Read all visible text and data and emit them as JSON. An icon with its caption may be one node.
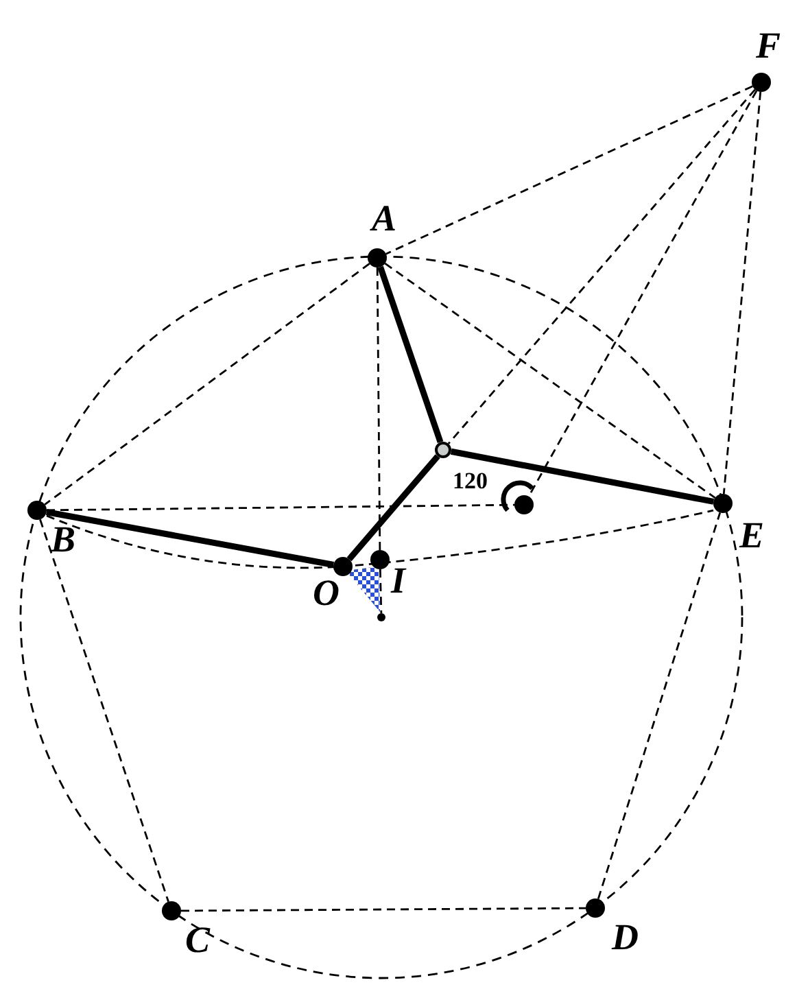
{
  "diagram": {
    "nodes": [
      {
        "text": [
          "F"
        ]
      },
      {
        "text": [
          "A"
        ]
      },
      {
        "text": [],
        "shape": "circle"
      },
      {
        "text": [
          "B"
        ]
      },
      {
        "text": [],
        "shape": "circle"
      },
      {
        "text": [
          "E"
        ]
      },
      {
        "text": [
          "O"
        ]
      },
      {
        "text": [
          "I"
        ]
      },
      {
        "text": [],
        "shape": "circle"
      },
      {
        "text": [
          "C"
        ]
      },
      {
        "text": [
          "D"
        ]
      }
    ],
    "edges": [
      {
        "from": 1,
        "to": 2,
        "arrow": "none",
        "style": "thick"
      },
      {
        "from": 2,
        "to": 5,
        "arrow": "none",
        "style": "thick"
      },
      {
        "from": 2,
        "to": 6,
        "arrow": "none",
        "style": "thick"
      },
      {
        "from": 3,
        "to": 6,
        "arrow": "none",
        "style": "thick"
      },
      {
        "from": 0,
        "to": 1,
        "arrow": "none",
        "style": "dashed"
      },
      {
        "from": 0,
        "to": 2,
        "arrow": "none",
        "style": "dashed"
      },
      {
        "from": 0,
        "to": 4,
        "arrow": "none",
        "style": "dashed"
      },
      {
        "from": 0,
        "to": 5,
        "arrow": "none",
        "style": "dashed"
      },
      {
        "from": 1,
        "to": 3,
        "arrow": "none",
        "style": "dashed"
      },
      {
        "from": 1,
        "to": 5,
        "arrow": "none",
        "style": "dashed"
      },
      {
        "from": 1,
        "to": 7,
        "arrow": "none",
        "style": "dashed"
      },
      {
        "from": 3,
        "to": 4,
        "arrow": "none",
        "style": "dashed"
      },
      {
        "from": 3,
        "to": 9,
        "arrow": "none",
        "style": "dashed"
      },
      {
        "from": 9,
        "to": 10,
        "arrow": "none",
        "style": "dashed"
      },
      {
        "from": 10,
        "to": 5,
        "arrow": "none",
        "style": "dashed"
      },
      {
        "from": 7,
        "to": 8,
        "arrow": "none",
        "style": "dashed"
      },
      {
        "from": 3,
        "to": 5,
        "arrow": "none",
        "style": "dashed"
      }
    ],
    "labels": [
      "120"
    ]
  }
}
